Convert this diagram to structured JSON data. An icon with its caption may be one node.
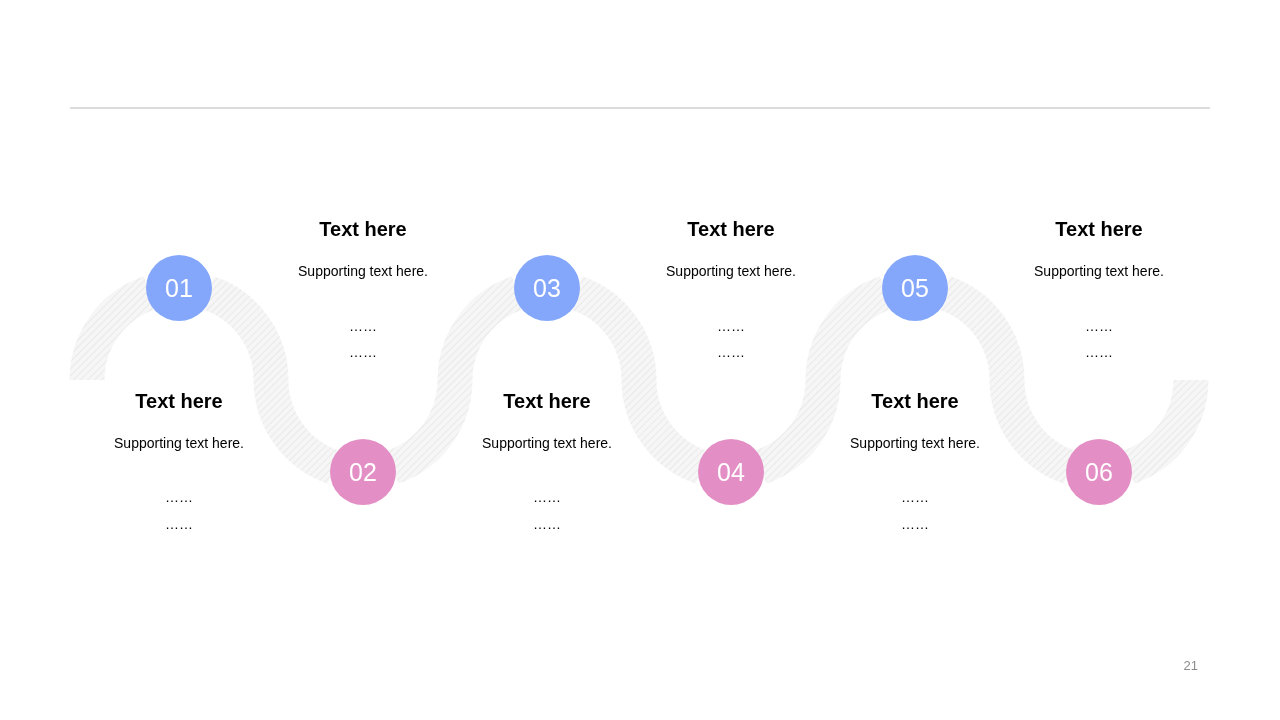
{
  "diagram": {
    "nodes": [
      {
        "text": [
          "01"
        ],
        "beside": [
          "Text here",
          "Supporting text here.",
          "……",
          "……"
        ]
      },
      {
        "text": [
          "02"
        ],
        "beside": [
          "Text here",
          "Supporting text here.",
          "……",
          "……"
        ]
      },
      {
        "text": [
          "03"
        ],
        "beside": [
          "Text here",
          "Supporting text here.",
          "……",
          "……"
        ]
      },
      {
        "text": [
          "04"
        ],
        "beside": [
          "Text here",
          "Supporting text here.",
          "……",
          "……"
        ]
      },
      {
        "text": [
          "05"
        ],
        "beside": [
          "Text here",
          "Supporting text here.",
          "……",
          "……"
        ]
      },
      {
        "text": [
          "06"
        ],
        "beside": [
          "Text here",
          "Supporting text here.",
          "……",
          "……"
        ]
      }
    ],
    "edges": [
      {
        "from": null,
        "to": 0,
        "arrow": "none"
      },
      {
        "from": 0,
        "to": 1,
        "arrow": "none"
      },
      {
        "from": 1,
        "to": 2,
        "arrow": "none"
      },
      {
        "from": 2,
        "to": 3,
        "arrow": "none"
      },
      {
        "from": 3,
        "to": 4,
        "arrow": "none"
      },
      {
        "from": 4,
        "to": 5,
        "arrow": "none"
      },
      {
        "from": 5,
        "to": null,
        "arrow": "none"
      }
    ],
    "labels": [
      "21"
    ]
  }
}
